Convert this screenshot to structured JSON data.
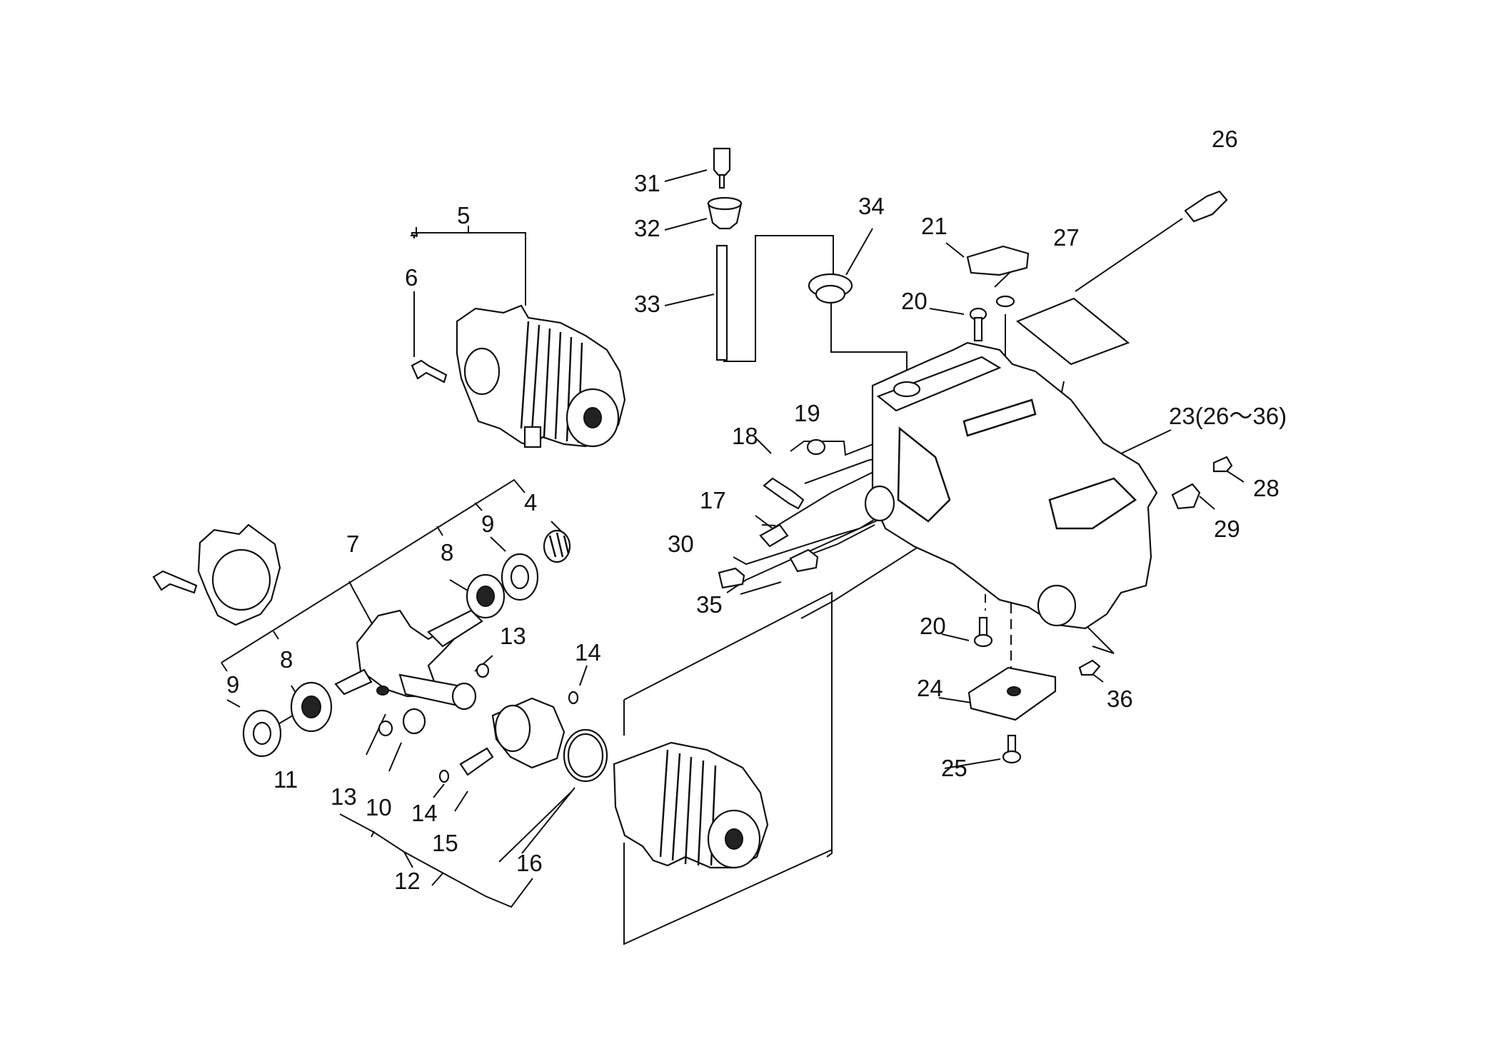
{
  "parts": {
    "p4": "4",
    "p5": "5",
    "p6": "6",
    "p7": "7",
    "p8a": "8",
    "p8b": "8",
    "p9a": "9",
    "p9b": "9",
    "p10": "10",
    "p11": "11",
    "p12": "12",
    "p13a": "13",
    "p13b": "13",
    "p14a": "14",
    "p14b": "14",
    "p15": "15",
    "p16": "16",
    "p17": "17",
    "p18": "18",
    "p19": "19",
    "p20a": "20",
    "p20b": "20",
    "p21": "21",
    "p23": "23(26～36)",
    "p24": "24",
    "p25": "25",
    "p26": "26",
    "p27": "27",
    "p28": "28",
    "p29": "29",
    "p30": "30",
    "p31": "31",
    "p32": "32",
    "p33": "33",
    "p34": "34",
    "p35": "35",
    "p36": "36"
  }
}
